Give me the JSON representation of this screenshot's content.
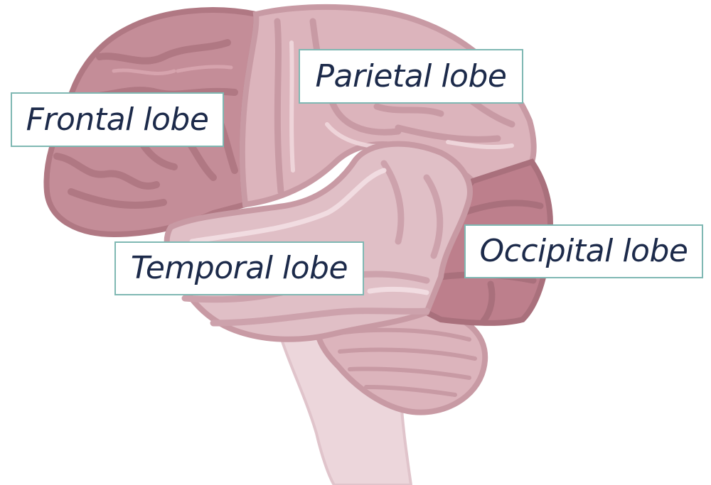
{
  "diagram": {
    "labels": {
      "frontal": "Frontal lobe",
      "parietal": "Parietal lobe",
      "temporal": "Temporal lobe",
      "occipital": "Occipital lobe"
    }
  },
  "colors": {
    "frontal": "#c48d98",
    "parietal": "#dcb4bc",
    "temporal": "#e0bfc6",
    "occipital": "#bd7f8c",
    "cerebellum": "#dcb4bc",
    "brainstem": "#ecd6db",
    "label_border": "#7fb8b3",
    "label_text": "#1c2a4a"
  }
}
